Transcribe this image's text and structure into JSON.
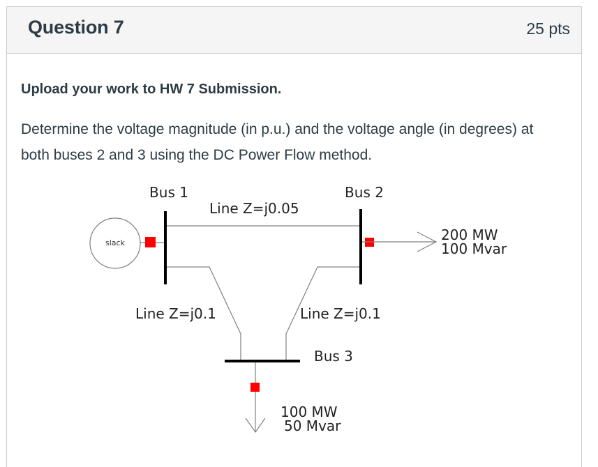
{
  "question": {
    "title": "Question 7",
    "points": "25 pts",
    "upload_instruction": "Upload your work to HW 7 Submission.",
    "prompt": "Determine the voltage magnitude (in p.u.) and the voltage angle (in degrees) at both buses 2 and 3 using the DC Power Flow method."
  },
  "diagram": {
    "bus1_label": "Bus 1",
    "bus2_label": "Bus 2",
    "bus3_label": "Bus 3",
    "slack_label": "slack",
    "line12_label": "Line Z=j0.05",
    "line13_label": "Line Z=j0.1",
    "line23_label": "Line Z=j0.1",
    "load2_p": "200 MW",
    "load2_q": "100 Mvar",
    "load3_p": "100 MW",
    "load3_q": "50 Mvar",
    "colors": {
      "breaker": "#ff0000",
      "bus": "#000000",
      "line": "#808080"
    }
  }
}
